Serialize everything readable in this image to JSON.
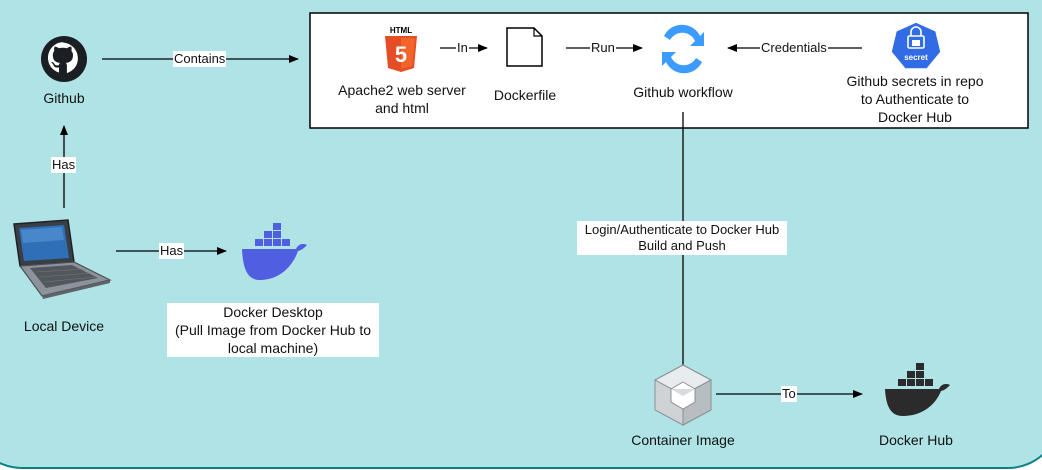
{
  "nodes": {
    "github": "Github",
    "local_device": "Local Device",
    "docker_desktop": [
      "Docker Desktop",
      "(Pull Image from Docker Hub to",
      "local machine)"
    ],
    "apache": [
      "Apache2 web server",
      "and html"
    ],
    "dockerfile": "Dockerfile",
    "workflow": "Github workflow",
    "secrets": [
      "Github secrets in repo",
      "to Authenticate to",
      "Docker Hub"
    ],
    "container_image": "Container Image",
    "docker_hub": "Docker Hub"
  },
  "icons": {
    "html5_badge": "HTML",
    "html5_number": "5",
    "secret_badge": "secret"
  },
  "edges": {
    "contains": "Contains",
    "has_up": "Has",
    "has_right": "Has",
    "in": "In",
    "run": "Run",
    "credentials": "Credentials",
    "login": [
      "Login/Authenticate to Docker Hub",
      "Build and Push"
    ],
    "to": "To"
  },
  "colors": {
    "background": "#b0e3e6",
    "border": "#0e8088",
    "html5": "#e44d26",
    "docker_blue": "#4f5fe0",
    "secret_blue": "#326ce5",
    "workflow_blue": "#3c9bff",
    "docker_hub_dark": "#2b2b2b"
  }
}
